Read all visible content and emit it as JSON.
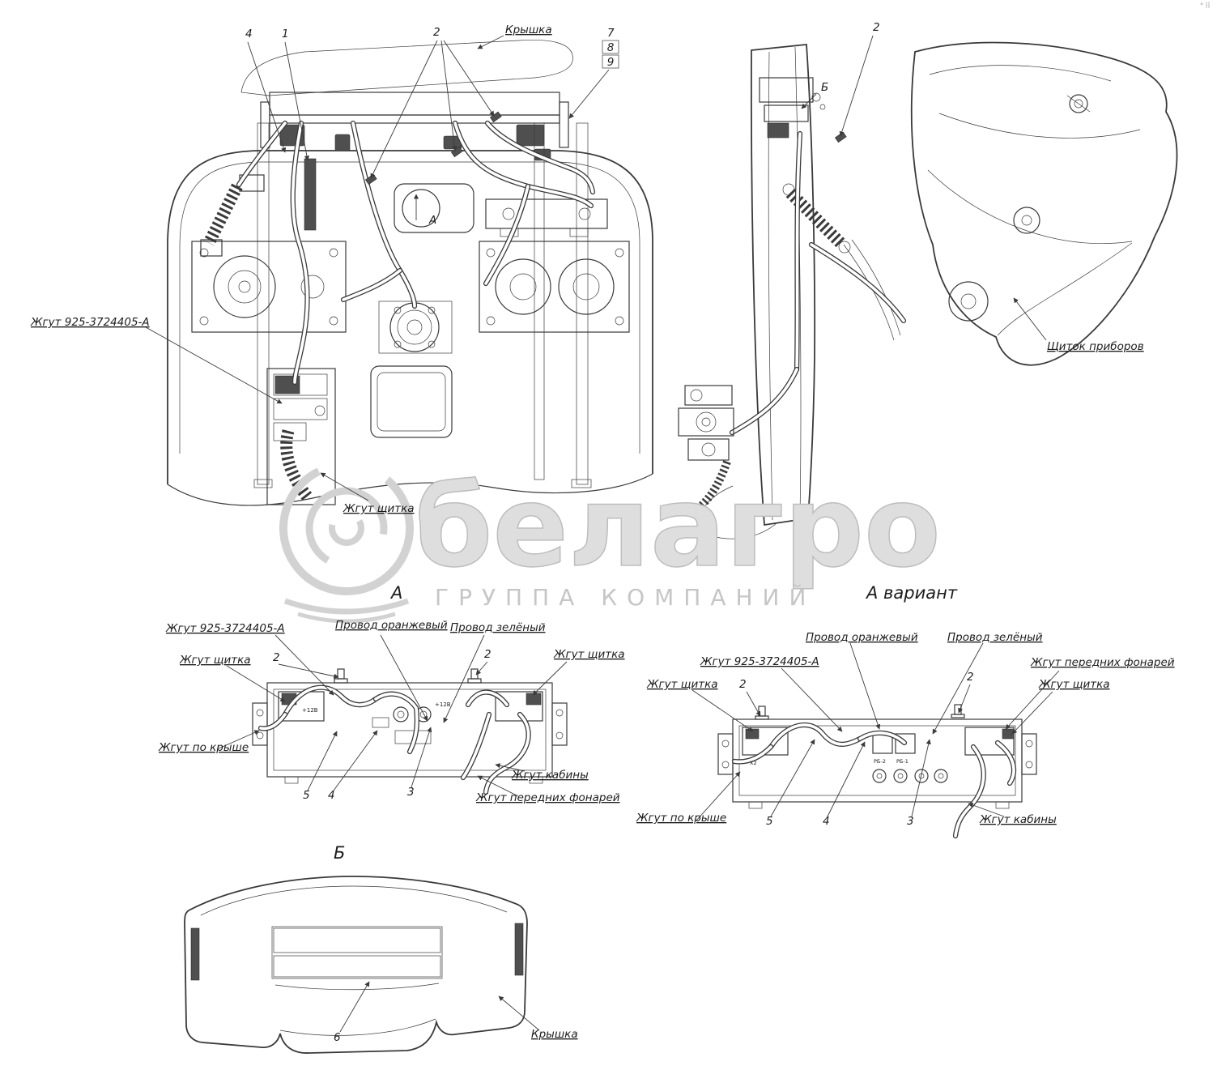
{
  "meta": {
    "background": "#ffffff",
    "ink": "#3a3a3a",
    "watermark_color": "#dedede"
  },
  "corner": {
    "icon_a": "°",
    "icon_b": "⠿"
  },
  "watermark": {
    "name": "белагро",
    "tagline": "ГРУППА КОМПАНИЙ"
  },
  "view_main": {
    "callouts": {
      "n4": "4",
      "n1": "1",
      "n2": "2",
      "cover": "Крышка",
      "n7": "7",
      "n8": "8",
      "n9": "9",
      "harness": "Жгут 925-3724405-А",
      "panel_harness": "Жгут щитка",
      "detail_marker": "А"
    }
  },
  "view_side": {
    "callouts": {
      "n2": "2",
      "detail_marker": "Б",
      "instrument_panel": "Щиток приборов"
    }
  },
  "view_a": {
    "caption": "А",
    "callouts": {
      "harness": "Жгут 925-3724405-А",
      "wire_orange": "Провод оранжевый",
      "wire_green": "Провод зелёный",
      "panel_harness_left": "Жгут щитка",
      "n2_left": "2",
      "n2_right": "2",
      "panel_harness_right": "Жгут щитка",
      "roof_harness": "Жгут по крыше",
      "n5": "5",
      "n4": "4",
      "n3": "3",
      "cab_harness": "Жгут кабины",
      "front_lamps_harness": "Жгут передних фонарей"
    },
    "marks": {
      "m1": "+12В",
      "m2": "+12В"
    }
  },
  "view_a_variant": {
    "caption": "А вариант",
    "callouts": {
      "wire_orange": "Провод оранжевый",
      "wire_green": "Провод зелёный",
      "harness": "Жгут 925-3724405-А",
      "panel_harness_left": "Жгут щитка",
      "n2_left": "2",
      "n2_right": "2",
      "front_lamps_harness": "Жгут передних фонарей",
      "panel_harness_right": "Жгут щитка",
      "roof_harness": "Жгут по крыше",
      "n5": "5",
      "n4": "4",
      "n3": "3",
      "cab_harness": "Жгут кабины"
    },
    "marks": {
      "rb2": "РБ-2",
      "rb1": "РБ-1",
      "x2": "Х2"
    }
  },
  "view_b": {
    "caption": "Б",
    "callouts": {
      "n6": "6",
      "cover": "Крышка"
    }
  }
}
